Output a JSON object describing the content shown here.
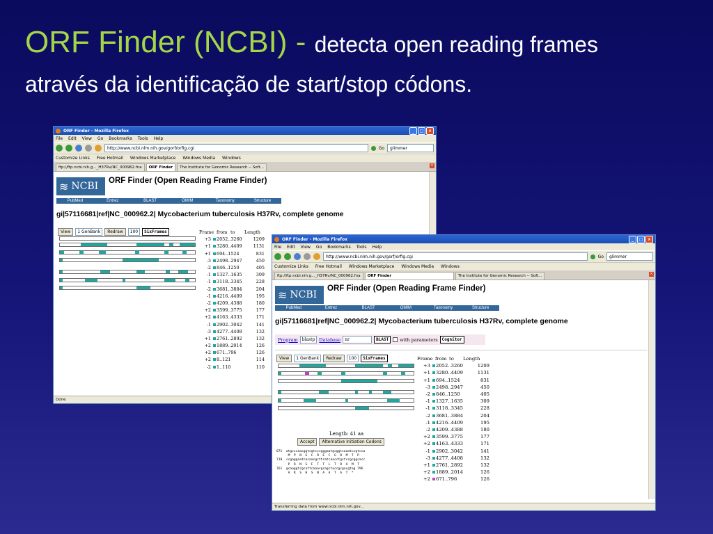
{
  "slide": {
    "title_main": "ORF Finder (NCBI) - ",
    "title_rest_line1": "detecta open reading frames",
    "title_line2": "através da identificação de start/stop códons."
  },
  "colors": {
    "accent_green": "#a4d648",
    "ncbi_blue": "#336699",
    "orf_teal": "#1fa8a0"
  },
  "window": {
    "title": "ORF Finder - Mozilla Firefox",
    "menu": [
      "File",
      "Edit",
      "View",
      "Go",
      "Bookmarks",
      "Tools",
      "Help"
    ],
    "address_w1": "http://www.ncbi.nlm.nih.gov/gorf/orfig.cgi",
    "address_w2": "http://www.ncbi.nlm.nih.gov/gorf/orfig.cgi",
    "go_label": "Go",
    "google_text": "glimmer",
    "bookmarks": [
      "Customize Links",
      "Free Hotmail",
      "Windows Marketplace",
      "Windows Media",
      "Windows"
    ],
    "tabs_w1": [
      "ftp://ftp.ncbi.nih.g..._H37Rv/NC_000962.fna",
      "ORF Finder",
      "The Institute for Genomic Research -- Soft..."
    ],
    "tabs_w2": [
      "ftp://ftp.ncbi.nih.g..._H37Rv/NC_000962.fna",
      "ORF Finder",
      "The Institute for Genomic Research -- Soft..."
    ],
    "status_w1": "Done",
    "status_w2": "Transferring data from www.ncbi.nlm.nih.gov..."
  },
  "page": {
    "ncbi_logo": "NCBI",
    "orf_title": "ORF Finder (Open Reading Frame Finder)",
    "nav": [
      "PubMed",
      "Entrez",
      "BLAST",
      "OMIM",
      "Taxonomy",
      "Structure"
    ],
    "gi_title": "gi|57116681|ref|NC_000962.2| Mycobacterium tuberculosis H37Rv, complete genome",
    "view_btn": "View",
    "genbank_sel": "1 GenBank",
    "redraw_btn": "Redraw",
    "num_sel": "100",
    "sixframes_btn": "SixFrames",
    "program_label": "Program",
    "program_val": "blastp",
    "database_label": "Database",
    "database_val": "nr",
    "blast_btn": "BLAST",
    "with_params": "with parameters",
    "cognitor_btn": "Cognitor",
    "length_label": "Length: 41 aa",
    "accept_btn": "Accept",
    "alt_btn": "Alternative Initiation Codons",
    "table_headers": [
      "Frame",
      "from",
      "to",
      "Length"
    ]
  },
  "orfs_w1": [
    [
      "+3",
      "2052..3260",
      "1209"
    ],
    [
      "+1",
      "3280..4409",
      "1131"
    ],
    [
      "+1",
      "694..1524",
      "831"
    ],
    [
      "-3",
      "2498..2947",
      "450"
    ],
    [
      "-2",
      "846..1250",
      "405"
    ],
    [
      "-1",
      "1327..1635",
      "309"
    ],
    [
      "-1",
      "3118..3345",
      "228"
    ],
    [
      "-2",
      "3681..3884",
      "204"
    ],
    [
      "-1",
      "4216..4409",
      "195"
    ],
    [
      "-2",
      "4209..4388",
      "180"
    ],
    [
      "+2",
      "3599..3775",
      "177"
    ],
    [
      "+2",
      "4163..4333",
      "171"
    ],
    [
      "-1",
      "2902..3042",
      "141"
    ],
    [
      "-3",
      "4277..4408",
      "132"
    ],
    [
      "+1",
      "2761..2892",
      "132"
    ],
    [
      "+2",
      "1889..2014",
      "126"
    ],
    [
      "+2",
      "671..796",
      "126"
    ],
    [
      "+2",
      "8..121",
      "114"
    ],
    [
      "-2",
      "1..110",
      "110"
    ]
  ],
  "orfs_w2": [
    [
      "+3",
      "2052..3260",
      "1209"
    ],
    [
      "+1",
      "3280..4409",
      "1131"
    ],
    [
      "+1",
      "694..1524",
      "831"
    ],
    [
      "-3",
      "2498..2947",
      "450"
    ],
    [
      "-2",
      "846..1250",
      "405"
    ],
    [
      "-1",
      "1327..1635",
      "309"
    ],
    [
      "-1",
      "3118..3345",
      "228"
    ],
    [
      "-2",
      "3681..3884",
      "204"
    ],
    [
      "-1",
      "4216..4409",
      "195"
    ],
    [
      "-2",
      "4209..4388",
      "180"
    ],
    [
      "+2",
      "3599..3775",
      "177"
    ],
    [
      "+2",
      "4163..4333",
      "171"
    ],
    [
      "-1",
      "2902..3042",
      "141"
    ],
    [
      "-3",
      "4277..4408",
      "132"
    ],
    [
      "+1",
      "2761..2892",
      "132"
    ],
    [
      "+2",
      "1889..2014",
      "126"
    ],
    [
      "+2",
      "671..796",
      "126"
    ]
  ],
  "sequence_lines": [
    "671  atgcccaacggtcgtcccgggaatgcggtcaaatccgtcca",
    "      M  P  N  G  C  R  E  C  G  R  M  T  P",
    "710  ccgaggaatcacaacgcttcatcaacctgctccgcggcacc",
    "      P  R  N  S  F  T  T  L  T  R  A  M  T",
    "761  gcaaggtcgcattcaaacgcagctaccgcgacgtag 796",
    "      A  R  S  H  S  N  A  A  T  A  T  *"
  ]
}
